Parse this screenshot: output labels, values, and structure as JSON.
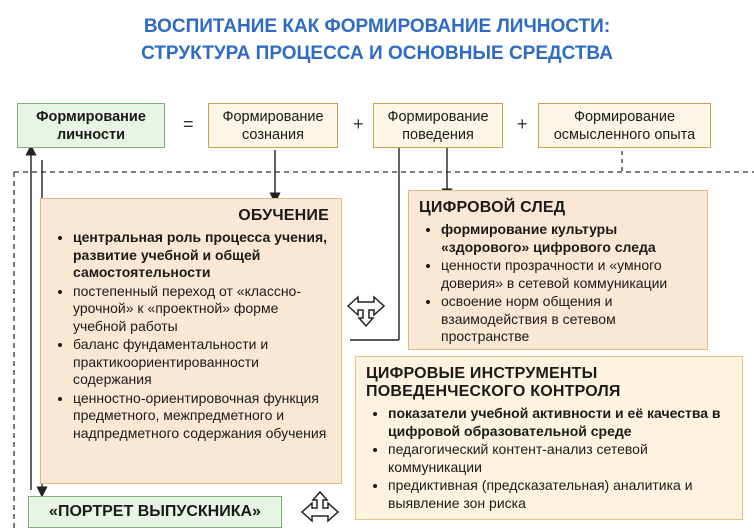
{
  "title": {
    "line1": "ВОСПИТАНИЕ КАК ФОРМИРОВАНИЕ ЛИЧНОСТИ:",
    "line2": "СТРУКТУРА ПРОЦЕССА И ОСНОВНЫЕ СРЕДСТВА"
  },
  "formula": {
    "personality": "Формирование личности",
    "equals": "=",
    "consciousness": "Формирование сознания",
    "plus1": "+",
    "behavior": "Формирование поведения",
    "plus2": "+",
    "experience": "Формирование осмысленного опыта"
  },
  "learning": {
    "heading": "ОБУЧЕНИЕ",
    "items": [
      "центральная роль процесса учения, развитие учебной и общей самостоятельности",
      "постепенный переход от «классно-урочной» к «проектной» форме учебной работы",
      "баланс фундаментальности и практикоориентированности содержания",
      "ценностно-ориентировочная функция предметного, межпредметного и надпредметного содержания обучения"
    ]
  },
  "digital_trace": {
    "heading": "ЦИФРОВОЙ СЛЕД",
    "items": [
      "формирование культуры «здорового» цифрового следа",
      "ценности прозрачности и «умного доверия» в сетевой коммуникации",
      "освоение норм общения и взаимодействия в сетевом пространстве"
    ]
  },
  "control_tools": {
    "heading_line1": "ЦИФРОВЫЕ ИНСТРУМЕНТЫ",
    "heading_line2": "ПОВЕДЕНЧЕСКОГО КОНТРОЛЯ",
    "items": [
      "показатели учебной активности и её качества в цифровой образовательной среде",
      "педагогический контент-анализ сетевой коммуникации",
      "предиктивная (предсказательная) аналитика и выявление зон риска"
    ]
  },
  "portrait": {
    "label": "«ПОРТРЕТ ВЫПУСКНИКА»"
  }
}
